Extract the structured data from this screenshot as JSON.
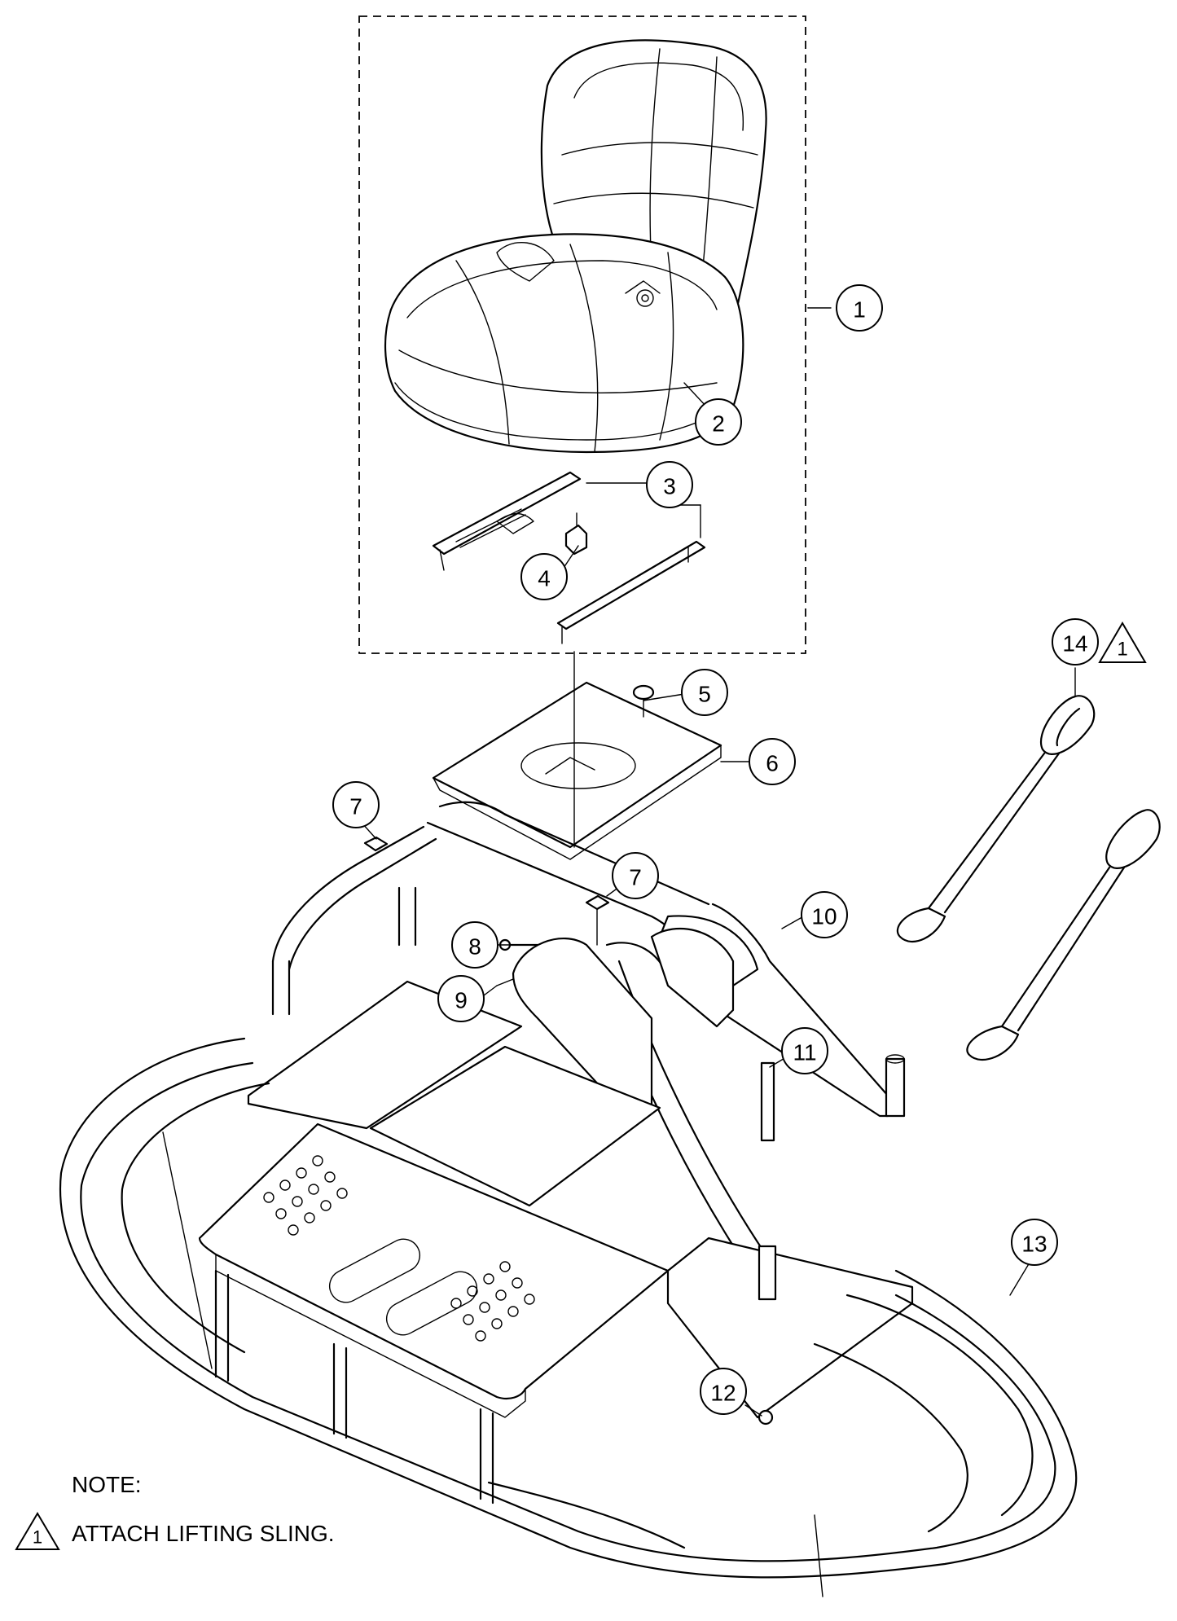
{
  "callouts": [
    {
      "id": "1",
      "label": "1"
    },
    {
      "id": "2",
      "label": "2"
    },
    {
      "id": "3",
      "label": "3"
    },
    {
      "id": "4",
      "label": "4"
    },
    {
      "id": "5",
      "label": "5"
    },
    {
      "id": "6",
      "label": "6"
    },
    {
      "id": "7a",
      "label": "7"
    },
    {
      "id": "7b",
      "label": "7"
    },
    {
      "id": "8",
      "label": "8"
    },
    {
      "id": "9",
      "label": "9"
    },
    {
      "id": "10",
      "label": "10"
    },
    {
      "id": "11",
      "label": "11"
    },
    {
      "id": "12",
      "label": "12"
    },
    {
      "id": "13",
      "label": "13"
    },
    {
      "id": "14",
      "label": "14"
    }
  ],
  "note": {
    "heading": "NOTE:",
    "symbol": "1",
    "text": "ATTACH LIFTING SLING."
  },
  "flag_14": "1"
}
